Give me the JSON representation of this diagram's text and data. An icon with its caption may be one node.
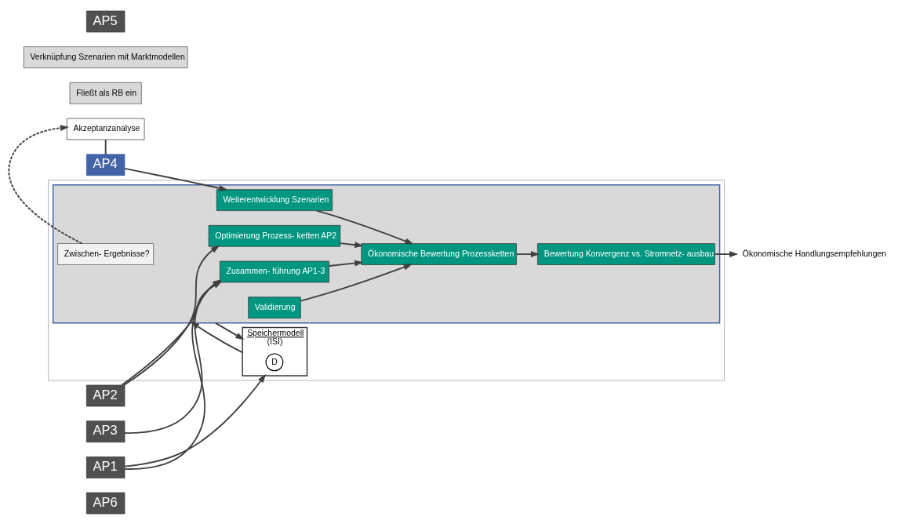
{
  "diagram": {
    "nodes": [
      {
        "text": [
          "AP6"
        ]
      },
      {
        "text": [
          "Akzeptanzanalyse"
        ]
      },
      {
        "text": [
          "Fließt als RB ein"
        ]
      },
      {
        "text": [
          "AP4"
        ]
      },
      {
        "text": [],
        "shape": "box"
      },
      {
        "text": [],
        "shape": "box",
        "in": 4
      },
      {
        "text": [
          "Zwischen- Ergebnisse?"
        ],
        "in": 5
      },
      {
        "text": [
          "Weiterentwicklung Szenarien"
        ],
        "in": 5
      },
      {
        "text": [
          "AP2"
        ]
      },
      {
        "text": [
          "Optimierung Prozess- ketten AP2"
        ],
        "in": 5
      },
      {
        "text": [
          "Ökonomische Bewertung Prozessketten"
        ],
        "in": 5
      },
      {
        "text": [
          "Bewertung Konvergenz vs. Stromnetz- ausbau"
        ],
        "in": 5
      },
      {
        "text": [
          "Ökonomische Handlungsempfehlungen"
        ]
      },
      {
        "text": [
          "AP3"
        ]
      },
      {
        "text": [
          "Zusammen- führung AP1-3"
        ],
        "in": 5
      },
      {
        "text": [
          "AP1"
        ]
      },
      {
        "text": [
          "Validierung"
        ],
        "in": 5
      },
      {
        "text": [
          "Speichermodell",
          "(ISI)"
        ],
        "in": 4
      },
      {
        "text": [
          "D"
        ],
        "in": 17
      },
      {
        "text": [
          "Verknüpfung Szenarien mit Marktmodellen"
        ]
      },
      {
        "text": [
          "AP5"
        ]
      }
    ],
    "edges": [
      {
        "from": 1,
        "to": 3,
        "arrow": "none"
      },
      {
        "from": 3,
        "to": 7,
        "arrow": "to"
      },
      {
        "from": 6,
        "to": 1,
        "arrow": "to",
        "style": "dashed"
      },
      {
        "from": 7,
        "to": 10,
        "arrow": "to"
      },
      {
        "from": 8,
        "to": 9,
        "arrow": "to"
      },
      {
        "from": 8,
        "to": 14,
        "arrow": "to"
      },
      {
        "from": 13,
        "to": 14,
        "arrow": "to"
      },
      {
        "from": 15,
        "to": 14,
        "arrow": "to"
      },
      {
        "from": 15,
        "to": 17,
        "arrow": "to"
      },
      {
        "from": 9,
        "to": 10,
        "arrow": "to"
      },
      {
        "from": 14,
        "to": 10,
        "arrow": "to"
      },
      {
        "from": 16,
        "to": 10,
        "arrow": "to"
      },
      {
        "from": 10,
        "to": 11,
        "arrow": "to"
      },
      {
        "from": 11,
        "to": 12,
        "arrow": "to"
      },
      {
        "from": 5,
        "to": 17,
        "arrow": "to"
      },
      {
        "from": 17,
        "to": 5,
        "arrow": "to"
      }
    ]
  }
}
